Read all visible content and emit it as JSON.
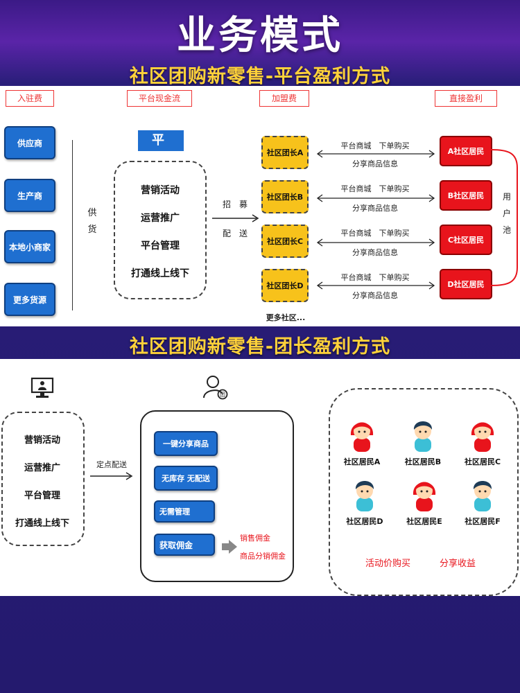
{
  "header": {
    "title": "业务模式"
  },
  "section1": {
    "title": "社区团购新零售-平台盈利方式",
    "tags": [
      "入驻费",
      "平台现金流",
      "加盟费",
      "直接盈利"
    ],
    "suppliers": [
      "供应商",
      "生产商",
      "本地小商家",
      "更多货源"
    ],
    "supply_label": "供\n货",
    "platform_title": "平 台",
    "platform_items": [
      "营销活动",
      "运营推广",
      "平台管理",
      "打通线上线下"
    ],
    "recruit_label": "招　募",
    "delivery_label": "配　送",
    "leaders": [
      "社区团长A",
      "社区团长B",
      "社区团长C",
      "社区团长D"
    ],
    "more_communities": "更多社区...",
    "link_top": "平台商城　下单购买",
    "link_bottom": "分享商品信息",
    "residents": [
      "A社区居民",
      "B社区居民",
      "C社区居民",
      "D社区居民"
    ],
    "user_pool": "用\n户\n池"
  },
  "section2": {
    "title": "社区团购新零售-团长盈利方式",
    "platform_items": [
      "营销活动",
      "运营推广",
      "平台管理",
      "打通线上线下"
    ],
    "delivery_label": "定点配送",
    "leader_items": [
      "一键分享商品",
      "无库存 无配送",
      "无需管理",
      "获取佣金"
    ],
    "commission_items": [
      "销售佣金",
      "商品分销佣金"
    ],
    "residents": [
      "社区居民A",
      "社区居民B",
      "社区居民C",
      "社区居民D",
      "社区居民E",
      "社区居民F"
    ],
    "bottom_labels": [
      "活动价购买",
      "分享收益"
    ],
    "icons": [
      "monitor-person-icon",
      "leader-person-icon"
    ]
  },
  "colors": {
    "accent_blue": "#1f6fd0",
    "accent_red": "#e8141c",
    "accent_yellow": "#f7c21b",
    "title_yellow": "#ffd23a"
  }
}
